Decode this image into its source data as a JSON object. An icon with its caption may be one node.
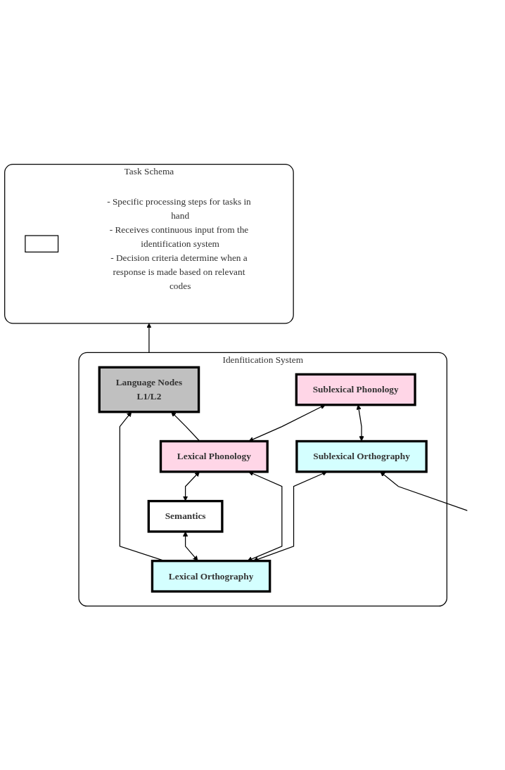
{
  "diagram": {
    "nodes": [
      {
        "text": [
          "Task Schema"
        ]
      },
      {
        "text": [],
        "shape": "box",
        "in": 0
      },
      {
        "text": [
          "- Specific processing steps for tasks in hand",
          "- Receives continuous input from the identification system",
          "- Decision criteria determine when a response is made based on relevant codes"
        ],
        "in": 0
      },
      {
        "text": [
          "Idenfitication System"
        ]
      },
      {
        "text": [
          "Language Nodes",
          "L1/L2"
        ],
        "in": 3
      },
      {
        "text": [
          "Semantics"
        ],
        "in": 3
      },
      {
        "text": [
          "Lexical Orthography"
        ],
        "in": 3
      },
      {
        "text": [
          "Lexical Phonology"
        ],
        "in": 3
      },
      {
        "text": [
          "Sublexical Orthography"
        ],
        "in": 3
      },
      {
        "text": [
          "Sublexical Phonology"
        ],
        "in": 3
      }
    ],
    "edges": [
      {
        "from": 3,
        "to": 0,
        "arrow": "to"
      },
      {
        "from": 6,
        "to": 4,
        "arrow": "to"
      },
      {
        "from": 7,
        "to": 4,
        "arrow": "to"
      },
      {
        "from": 6,
        "to": 5,
        "arrow": "both"
      },
      {
        "from": 5,
        "to": 7,
        "arrow": "both"
      },
      {
        "from": 6,
        "to": 7,
        "arrow": "both"
      },
      {
        "from": 6,
        "to": 8,
        "arrow": "both"
      },
      {
        "from": 7,
        "to": 9,
        "arrow": "both"
      },
      {
        "from": 8,
        "to": 9,
        "arrow": "both"
      },
      {
        "from": null,
        "to": 8,
        "arrow": "to"
      }
    ]
  }
}
